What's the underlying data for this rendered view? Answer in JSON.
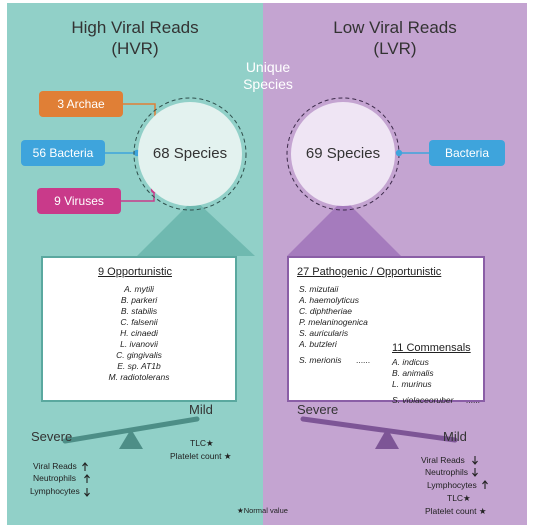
{
  "left": {
    "title_line1": "High Viral Reads",
    "title_line2": "(HVR)",
    "center_species": "68 Species",
    "pills": {
      "archae": "3 Archae",
      "bacteria": "56 Bacteria",
      "viruses": "9 Viruses"
    },
    "box_header": "9 Opportunistic",
    "species": [
      "A. mytili",
      "B. parkeri",
      "B. stabilis",
      "C. falsenii",
      "H. cinaedi",
      "L. ivanovii",
      "C. gingivalis",
      "E. sp. AT1b",
      "M. radiotolerans"
    ],
    "mild_label": "Mild",
    "severe_label": "Severe",
    "tlc": "TLC★",
    "platelet": "Platelet count ★",
    "viral_reads": "Viral Reads",
    "neutrophils": "Neutrophils",
    "lymphocytes": "Lymphocytes"
  },
  "center": {
    "unique_line1": "Unique",
    "unique_line2": "Species"
  },
  "right": {
    "title_line1": "Low Viral Reads",
    "title_line2": "(LVR)",
    "center_species": "69 Species",
    "pill_bacteria": "Bacteria",
    "box_header": "27 Pathogenic / Opportunistic",
    "species": [
      "S. mizutaii",
      "A. haemolyticus",
      "C. diphtheriae",
      "P. melaninogenica",
      "S. auricularis",
      "A. butzleri",
      "S. merionis"
    ],
    "ellipsis": "......",
    "commensal_header": "11 Commensals",
    "commensals": [
      "A. indicus",
      "B. animalis",
      "L. murinus",
      "S. violaceoruber"
    ],
    "commensal_ellipsis": "......",
    "severe_label": "Severe",
    "mild_label": "Mild",
    "viral_reads": "Viral Reads",
    "neutrophils": "Neutrophils",
    "lymphocytes": "Lymphocytes",
    "tlc": "TLC★",
    "platelet": "Platelet count ★"
  },
  "footnote": "★Normal value",
  "colors": {
    "teal_panel": "#91d0c8",
    "purple_panel": "#c4a4d1",
    "archae": "#e07f36",
    "bacteria": "#3ea4dc",
    "viruses": "#c93a8a",
    "teal_dark": "#5aa89f",
    "purple_dark": "#8a5ea6"
  },
  "icons": [
    "arrow-up-icon",
    "arrow-down-icon",
    "star-icon"
  ]
}
